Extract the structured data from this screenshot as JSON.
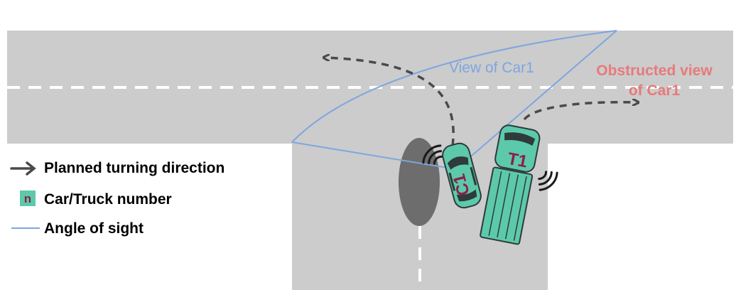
{
  "labels": {
    "view_of_car": "View of Car1",
    "obstructed_line1": "Obstructed view",
    "obstructed_line2": "of Car1"
  },
  "vehicles": {
    "car": {
      "number": "C1"
    },
    "truck": {
      "number": "T1"
    }
  },
  "legend": {
    "planned_turning": "Planned turning direction",
    "number_marker": "n",
    "number_label": "Car/Truck number",
    "sight_label": "Angle of sight"
  },
  "colors": {
    "road": "#cccccc",
    "lane_marking": "#ffffff",
    "vehicle_body": "#5cc9ab",
    "vehicle_dark": "#2f3a3a",
    "vehicle_number": "#8a1f4a",
    "shadow": "#6d6d6d",
    "sight_line": "#7ea6e0",
    "view_label": "#7ea6e0",
    "obstructed_label": "#e87a7a",
    "arrow": "#4a4a4a"
  },
  "icons": {
    "turn_arrow": "dashed-curved-arrow-icon",
    "signal": "wireless-signal-icon",
    "number_marker": "number-badge-icon"
  }
}
